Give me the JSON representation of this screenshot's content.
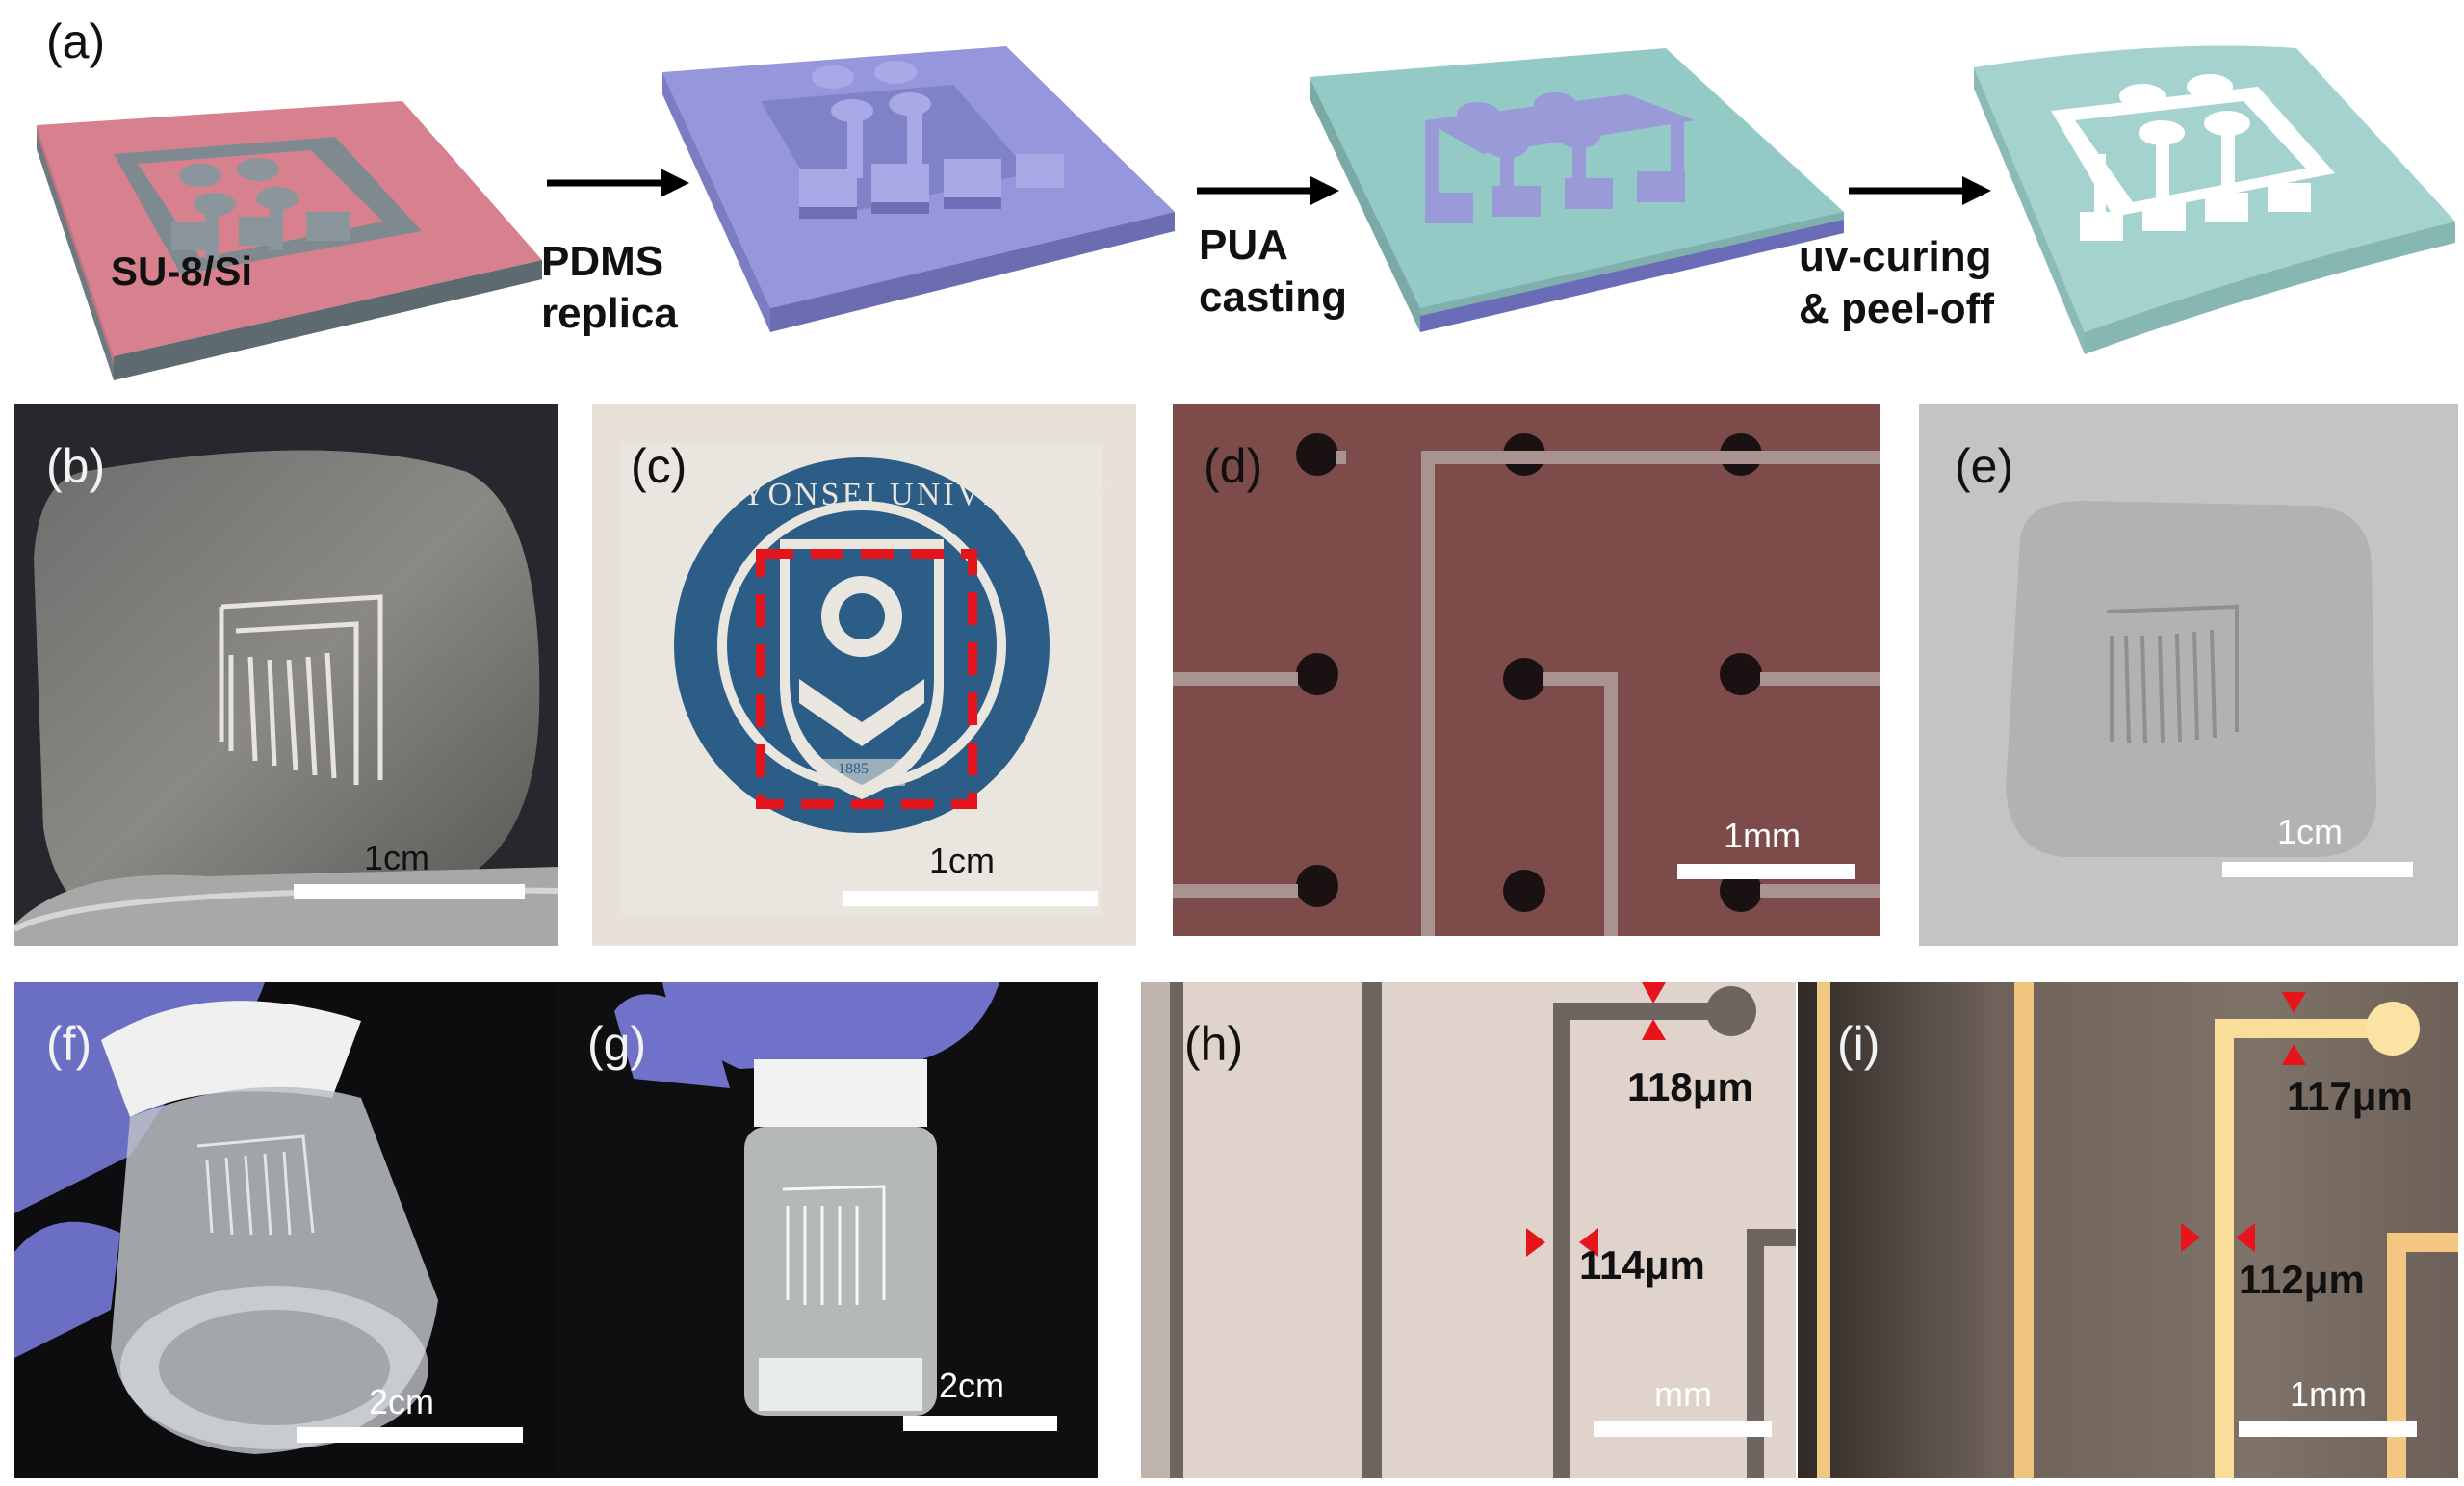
{
  "figure": {
    "panel_labels": {
      "a": "(a)",
      "b": "(b)",
      "c": "(c)",
      "d": "(d)",
      "e": "(e)",
      "f": "(f)",
      "g": "(g)",
      "h": "(h)",
      "i": "(i)"
    },
    "process": {
      "substrate_label": "SU-8/Si",
      "steps": [
        {
          "line1": "PDMS",
          "line2": "replica"
        },
        {
          "line1": "PUA",
          "line2": "casting"
        },
        {
          "line1": "uv-curing",
          "line2": "& peel-off"
        }
      ]
    },
    "scale_bars": {
      "b": "1cm",
      "c": "1cm",
      "d": "1mm",
      "e": "1cm",
      "f": "2cm",
      "g": "2cm",
      "h": "mm",
      "i": "1mm"
    },
    "measurements": {
      "h_top": "118μm",
      "h_side": "114μm",
      "i_top": "117μm",
      "i_side": "112μm"
    },
    "logo_text": {
      "arc": "YONSEI UNIVERSITY",
      "year": "1885"
    },
    "colors": {
      "su8": "#d98a96",
      "pdms": "#8e8fd8",
      "pua": "#8fc7c3",
      "arrow": "#000000",
      "marker": "#e8141b"
    }
  }
}
